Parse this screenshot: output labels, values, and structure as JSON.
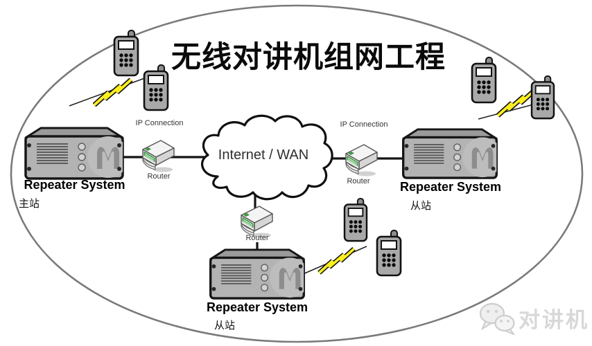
{
  "title": "无线对讲机组网工程",
  "cloud": {
    "label": "Internet / WAN"
  },
  "left_station": {
    "device": "Repeater System",
    "role": "主站"
  },
  "right_station": {
    "device": "Repeater System",
    "role": "从站"
  },
  "bottom_station": {
    "device": "Repeater System",
    "role": "从站"
  },
  "left_router": {
    "connection": "IP Connection",
    "label": "Router"
  },
  "right_router": {
    "connection": "IP Connection",
    "label": "Router"
  },
  "bottom_router": {
    "label": "Router"
  },
  "watermark": {
    "brand": "对讲机"
  },
  "icons": {
    "repeater": "repeater-device-icon",
    "router": "router-icon",
    "handset": "walkie-talkie-icon",
    "bolt": "wireless-link-bolt-icon",
    "cloud": "internet-cloud-shape",
    "watermark_logo": "wechat-bubbles-icon"
  },
  "colors": {
    "bolt_yellow": "#ffef1f",
    "device_gray": "#b3b3b3",
    "outline_black": "#141414",
    "ellipse_gray": "#7a7a7a",
    "router_led_green": "#4db153",
    "watermark_gray": "#d8d8d8"
  }
}
